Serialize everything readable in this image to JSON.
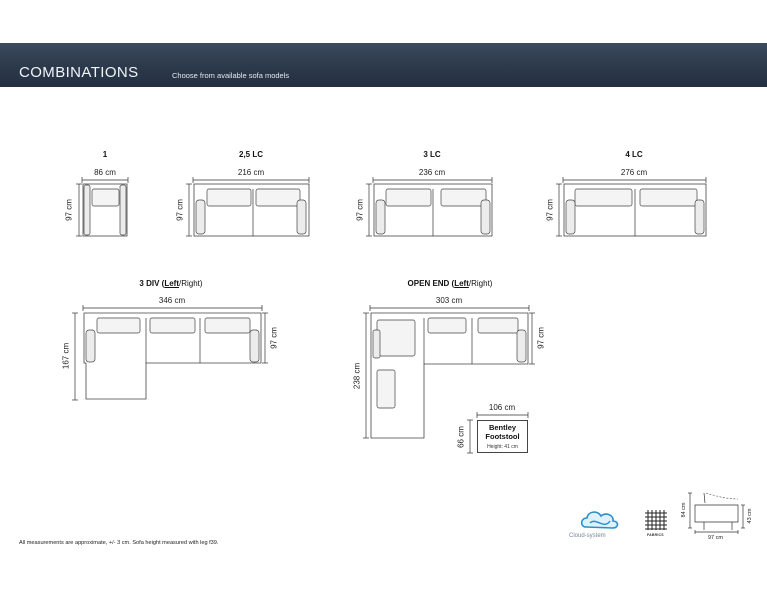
{
  "header": {
    "title": "COMBINATIONS",
    "subtitle": "Choose from available sofa models"
  },
  "models": [
    {
      "name": "1",
      "width": "86 cm",
      "depth": "97 cm"
    },
    {
      "name": "2,5 LC",
      "width": "216 cm",
      "depth": "97 cm"
    },
    {
      "name": "3 LC",
      "width": "236 cm",
      "depth": "97 cm"
    },
    {
      "name": "4 LC",
      "width": "276 cm",
      "depth": "97 cm"
    }
  ],
  "div3": {
    "name_prefix": "3 DIV (",
    "name_left": "Left",
    "name_suffix": "/Right)",
    "width": "346 cm",
    "depth_left": "167 cm",
    "depth_right": "97 cm"
  },
  "openend": {
    "name_prefix": "OPEN END (",
    "name_left": "Left",
    "name_suffix": "/Right)",
    "width": "303 cm",
    "depth_left": "238 cm",
    "depth_right": "97 cm"
  },
  "footstool": {
    "width": "106 cm",
    "depth": "66 cm",
    "name": "Bentley Footstool",
    "height": "Height: 41 cm"
  },
  "side_view": {
    "height": "84 cm",
    "seat_height": "43 cm",
    "depth": "97 cm"
  },
  "footnote": "All measurements are approximate, +/- 3 cm. Sofa height measured with leg f39.",
  "logos": {
    "cloud_system": "Cloud-system",
    "fabrics": "FABRICS"
  }
}
